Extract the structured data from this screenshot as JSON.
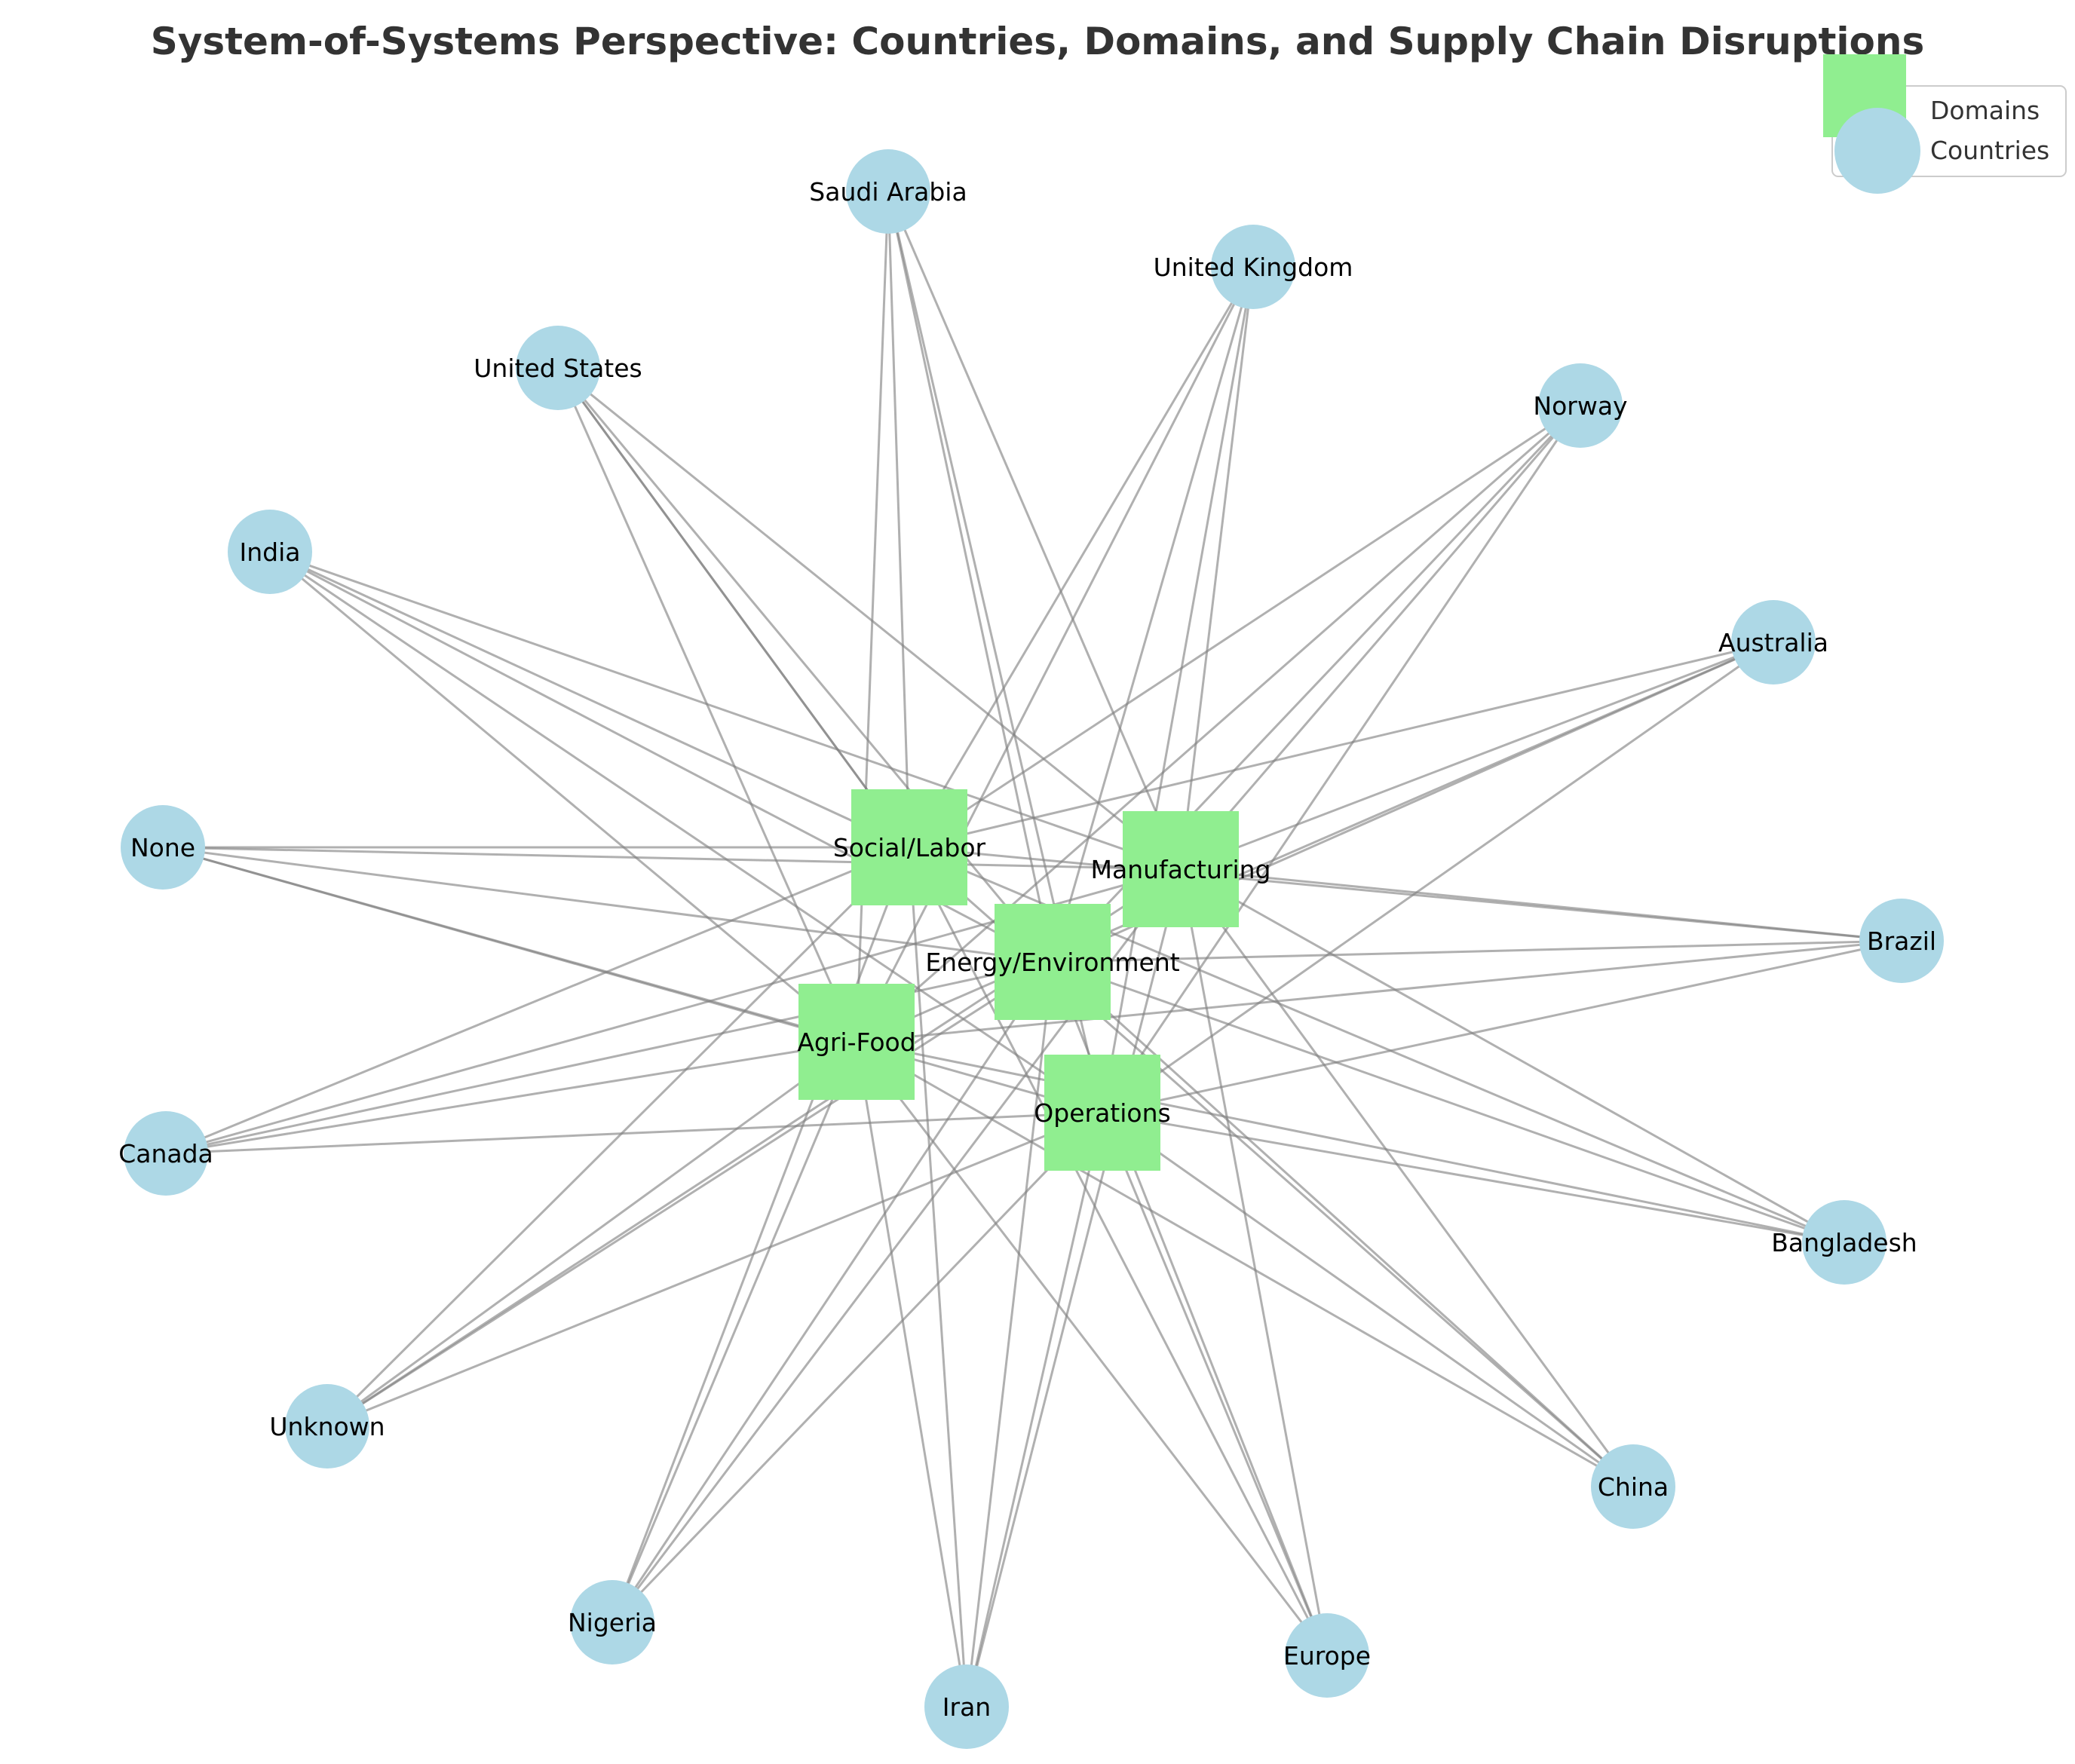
{
  "title": "System-of-Systems Perspective: Countries, Domains, and Supply Chain Disruptions",
  "colors": {
    "domain": "#90EE90",
    "country": "#ADD8E6",
    "edge": "#808080",
    "title": "#333333"
  },
  "legend": {
    "domains_label": "Domains",
    "countries_label": "Countries"
  },
  "domains": [
    {
      "id": "social",
      "label": "Social/Labor"
    },
    {
      "id": "manufacturing",
      "label": "Manufacturing"
    },
    {
      "id": "energy",
      "label": "Energy/Environment"
    },
    {
      "id": "agrifood",
      "label": "Agri-Food"
    },
    {
      "id": "operations",
      "label": "Operations"
    }
  ],
  "countries": [
    {
      "id": "saudi",
      "label": "Saudi Arabia"
    },
    {
      "id": "uk",
      "label": "United Kingdom"
    },
    {
      "id": "us",
      "label": "United States"
    },
    {
      "id": "norway",
      "label": "Norway"
    },
    {
      "id": "india",
      "label": "India"
    },
    {
      "id": "australia",
      "label": "Australia"
    },
    {
      "id": "none",
      "label": "None"
    },
    {
      "id": "brazil",
      "label": "Brazil"
    },
    {
      "id": "canada",
      "label": "Canada"
    },
    {
      "id": "bangladesh",
      "label": "Bangladesh"
    },
    {
      "id": "unknown",
      "label": "Unknown"
    },
    {
      "id": "china",
      "label": "China"
    },
    {
      "id": "nigeria",
      "label": "Nigeria"
    },
    {
      "id": "europe",
      "label": "Europe"
    },
    {
      "id": "iran",
      "label": "Iran"
    }
  ],
  "edges": [
    [
      "saudi",
      "social"
    ],
    [
      "saudi",
      "manufacturing"
    ],
    [
      "saudi",
      "energy"
    ],
    [
      "saudi",
      "operations"
    ],
    [
      "saudi",
      "agrifood"
    ],
    [
      "uk",
      "social"
    ],
    [
      "uk",
      "manufacturing"
    ],
    [
      "uk",
      "energy"
    ],
    [
      "uk",
      "operations"
    ],
    [
      "uk",
      "agrifood"
    ],
    [
      "us",
      "social"
    ],
    [
      "us",
      "manufacturing"
    ],
    [
      "us",
      "energy"
    ],
    [
      "us",
      "agrifood"
    ],
    [
      "us",
      "social"
    ],
    [
      "norway",
      "social"
    ],
    [
      "norway",
      "manufacturing"
    ],
    [
      "norway",
      "energy"
    ],
    [
      "norway",
      "operations"
    ],
    [
      "norway",
      "agrifood"
    ],
    [
      "india",
      "social"
    ],
    [
      "india",
      "manufacturing"
    ],
    [
      "india",
      "energy"
    ],
    [
      "india",
      "operations"
    ],
    [
      "india",
      "agrifood"
    ],
    [
      "australia",
      "social"
    ],
    [
      "australia",
      "manufacturing"
    ],
    [
      "australia",
      "energy"
    ],
    [
      "australia",
      "operations"
    ],
    [
      "australia",
      "agrifood"
    ],
    [
      "none",
      "social"
    ],
    [
      "none",
      "manufacturing"
    ],
    [
      "none",
      "energy"
    ],
    [
      "none",
      "operations"
    ],
    [
      "none",
      "agrifood"
    ],
    [
      "brazil",
      "social"
    ],
    [
      "brazil",
      "manufacturing"
    ],
    [
      "brazil",
      "energy"
    ],
    [
      "brazil",
      "operations"
    ],
    [
      "brazil",
      "agrifood"
    ],
    [
      "canada",
      "social"
    ],
    [
      "canada",
      "manufacturing"
    ],
    [
      "canada",
      "energy"
    ],
    [
      "canada",
      "operations"
    ],
    [
      "canada",
      "agrifood"
    ],
    [
      "bangladesh",
      "social"
    ],
    [
      "bangladesh",
      "manufacturing"
    ],
    [
      "bangladesh",
      "energy"
    ],
    [
      "bangladesh",
      "operations"
    ],
    [
      "bangladesh",
      "agrifood"
    ],
    [
      "unknown",
      "social"
    ],
    [
      "unknown",
      "manufacturing"
    ],
    [
      "unknown",
      "energy"
    ],
    [
      "unknown",
      "operations"
    ],
    [
      "unknown",
      "agrifood"
    ],
    [
      "china",
      "social"
    ],
    [
      "china",
      "manufacturing"
    ],
    [
      "china",
      "energy"
    ],
    [
      "china",
      "operations"
    ],
    [
      "china",
      "agrifood"
    ],
    [
      "nigeria",
      "social"
    ],
    [
      "nigeria",
      "manufacturing"
    ],
    [
      "nigeria",
      "energy"
    ],
    [
      "nigeria",
      "operations"
    ],
    [
      "nigeria",
      "agrifood"
    ],
    [
      "europe",
      "social"
    ],
    [
      "europe",
      "manufacturing"
    ],
    [
      "europe",
      "energy"
    ],
    [
      "europe",
      "operations"
    ],
    [
      "europe",
      "agrifood"
    ],
    [
      "iran",
      "social"
    ],
    [
      "iran",
      "manufacturing"
    ],
    [
      "iran",
      "energy"
    ],
    [
      "iran",
      "operations"
    ],
    [
      "iran",
      "agrifood"
    ]
  ]
}
